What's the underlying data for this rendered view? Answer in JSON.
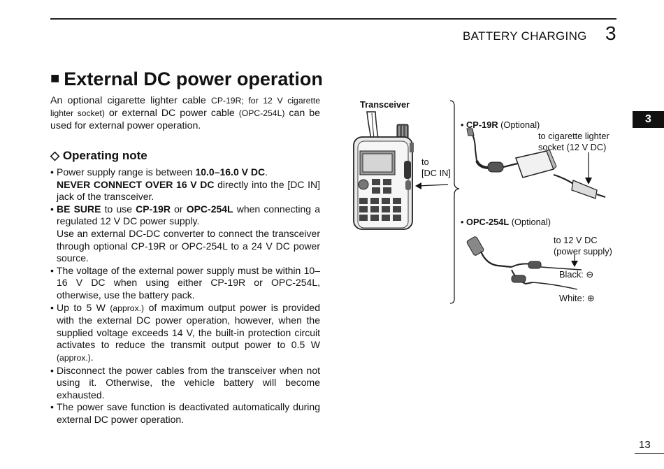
{
  "header": {
    "chapter_title": "BATTERY CHARGING",
    "chapter_number": "3",
    "side_tab": "3"
  },
  "page_number": "13",
  "section": {
    "title": "External DC power operation",
    "intro": {
      "t1": "An optional cigarette lighter cable ",
      "s1": "CP-19R; for 12 V cigarette lighter socket)",
      "t2": " or external DC power cable ",
      "s2": "(OPC-254L)",
      "t3": " can be used for external power operation."
    }
  },
  "operating_note": {
    "title": "Operating note",
    "items": {
      "i0": {
        "a": "Power supply range is between ",
        "b": "10.0–16.0 V DC",
        "c": ".",
        "d": "NEVER CONNECT OVER 16 V DC",
        "e": " directly into the [DC IN] jack of the transceiver."
      },
      "i1": {
        "a": "BE SURE",
        "b": " to use ",
        "c": "CP-19R",
        "d": " or ",
        "e": "OPC-254L",
        "f": " when connecting a regulated 12 V DC power supply.",
        "g": "Use an external DC-DC converter to connect the transceiver through optional CP-19R or OPC-254L to a 24 V DC power source."
      },
      "i2": {
        "a": "The voltage of the external power supply must be within 10–16 V DC when using either CP-19R or OPC-254L, otherwise, use the battery pack."
      },
      "i3": {
        "a": "Up to 5 W ",
        "b": "(approx.)",
        "c": " of maximum output power is provided with the external DC power operation, however, when the supplied voltage exceeds 14 V, the built-in protection circuit activates to reduce the transmit output power to 0.5 W ",
        "d": "(approx.)",
        "e": "."
      },
      "i4": {
        "a": "Disconnect the power cables from the transceiver when not using it. Otherwise, the vehicle battery will become exhausted."
      },
      "i5": {
        "a": "The power save function is deactivated automatically during external DC power operation."
      }
    }
  },
  "diagram": {
    "transceiver_label": "Transceiver",
    "to_line1": "to",
    "to_line2": "[DC IN]",
    "cp19r_name": "CP-19R",
    "cp19r_optional": "(Optional)",
    "lighter_line1": "to cigarette lighter",
    "lighter_line2": "socket (12 V DC)",
    "opc254l_name": "OPC-254L",
    "opc254l_optional": "(Optional)",
    "supply_line1": "to 12 V DC",
    "supply_line2": "(power supply)",
    "black_label": "Black: ⊖",
    "white_label": "White: ⊕"
  }
}
